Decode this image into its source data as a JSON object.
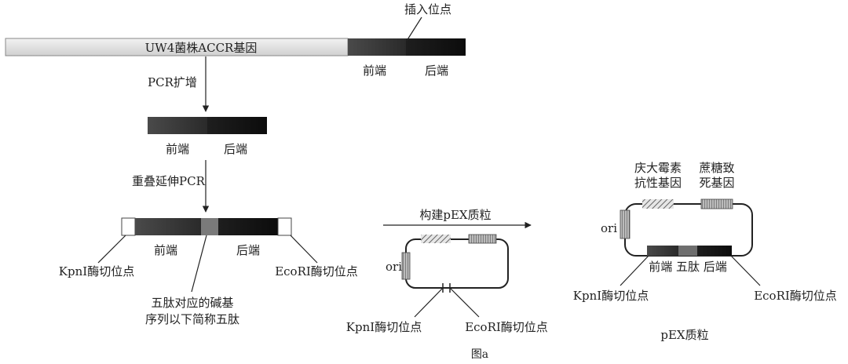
{
  "figure_caption": "图a",
  "gene": {
    "label": "UW4菌株ACCR基因",
    "insertion_site_label": "插入位点",
    "front_label": "前端",
    "back_label": "后端"
  },
  "step1": {
    "arrow_label": "PCR扩增",
    "front_label": "前端",
    "back_label": "后端"
  },
  "step2": {
    "arrow_label": "重叠延伸PCR",
    "front_label": "前端",
    "back_label": "后端",
    "kpn_site_label": "KpnⅠ酶切位点",
    "ecor_site_label": "EcoRⅠ酶切位点",
    "pentapeptide_line1": "五肽对应的碱基",
    "pentapeptide_line2": "序列以下简称五肽"
  },
  "construct_arrow_label": "构建pEX质粒",
  "vector": {
    "ori_label": "ori",
    "kpn_site_label": "KpnⅠ酶切位点",
    "ecor_site_label": "EcoRⅠ酶切位点"
  },
  "pex": {
    "name": "pEX质粒",
    "ori_label": "ori",
    "gentamicin_line1": "庆大霉素",
    "gentamicin_line2": "抗性基因",
    "sucrose_line1": "蔗糖致",
    "sucrose_line2": "死基因",
    "insert_label": "前端 五肽 后端",
    "kpn_site_label": "KpnⅠ酶切位点",
    "ecor_site_label": "EcoRⅠ酶切位点"
  }
}
